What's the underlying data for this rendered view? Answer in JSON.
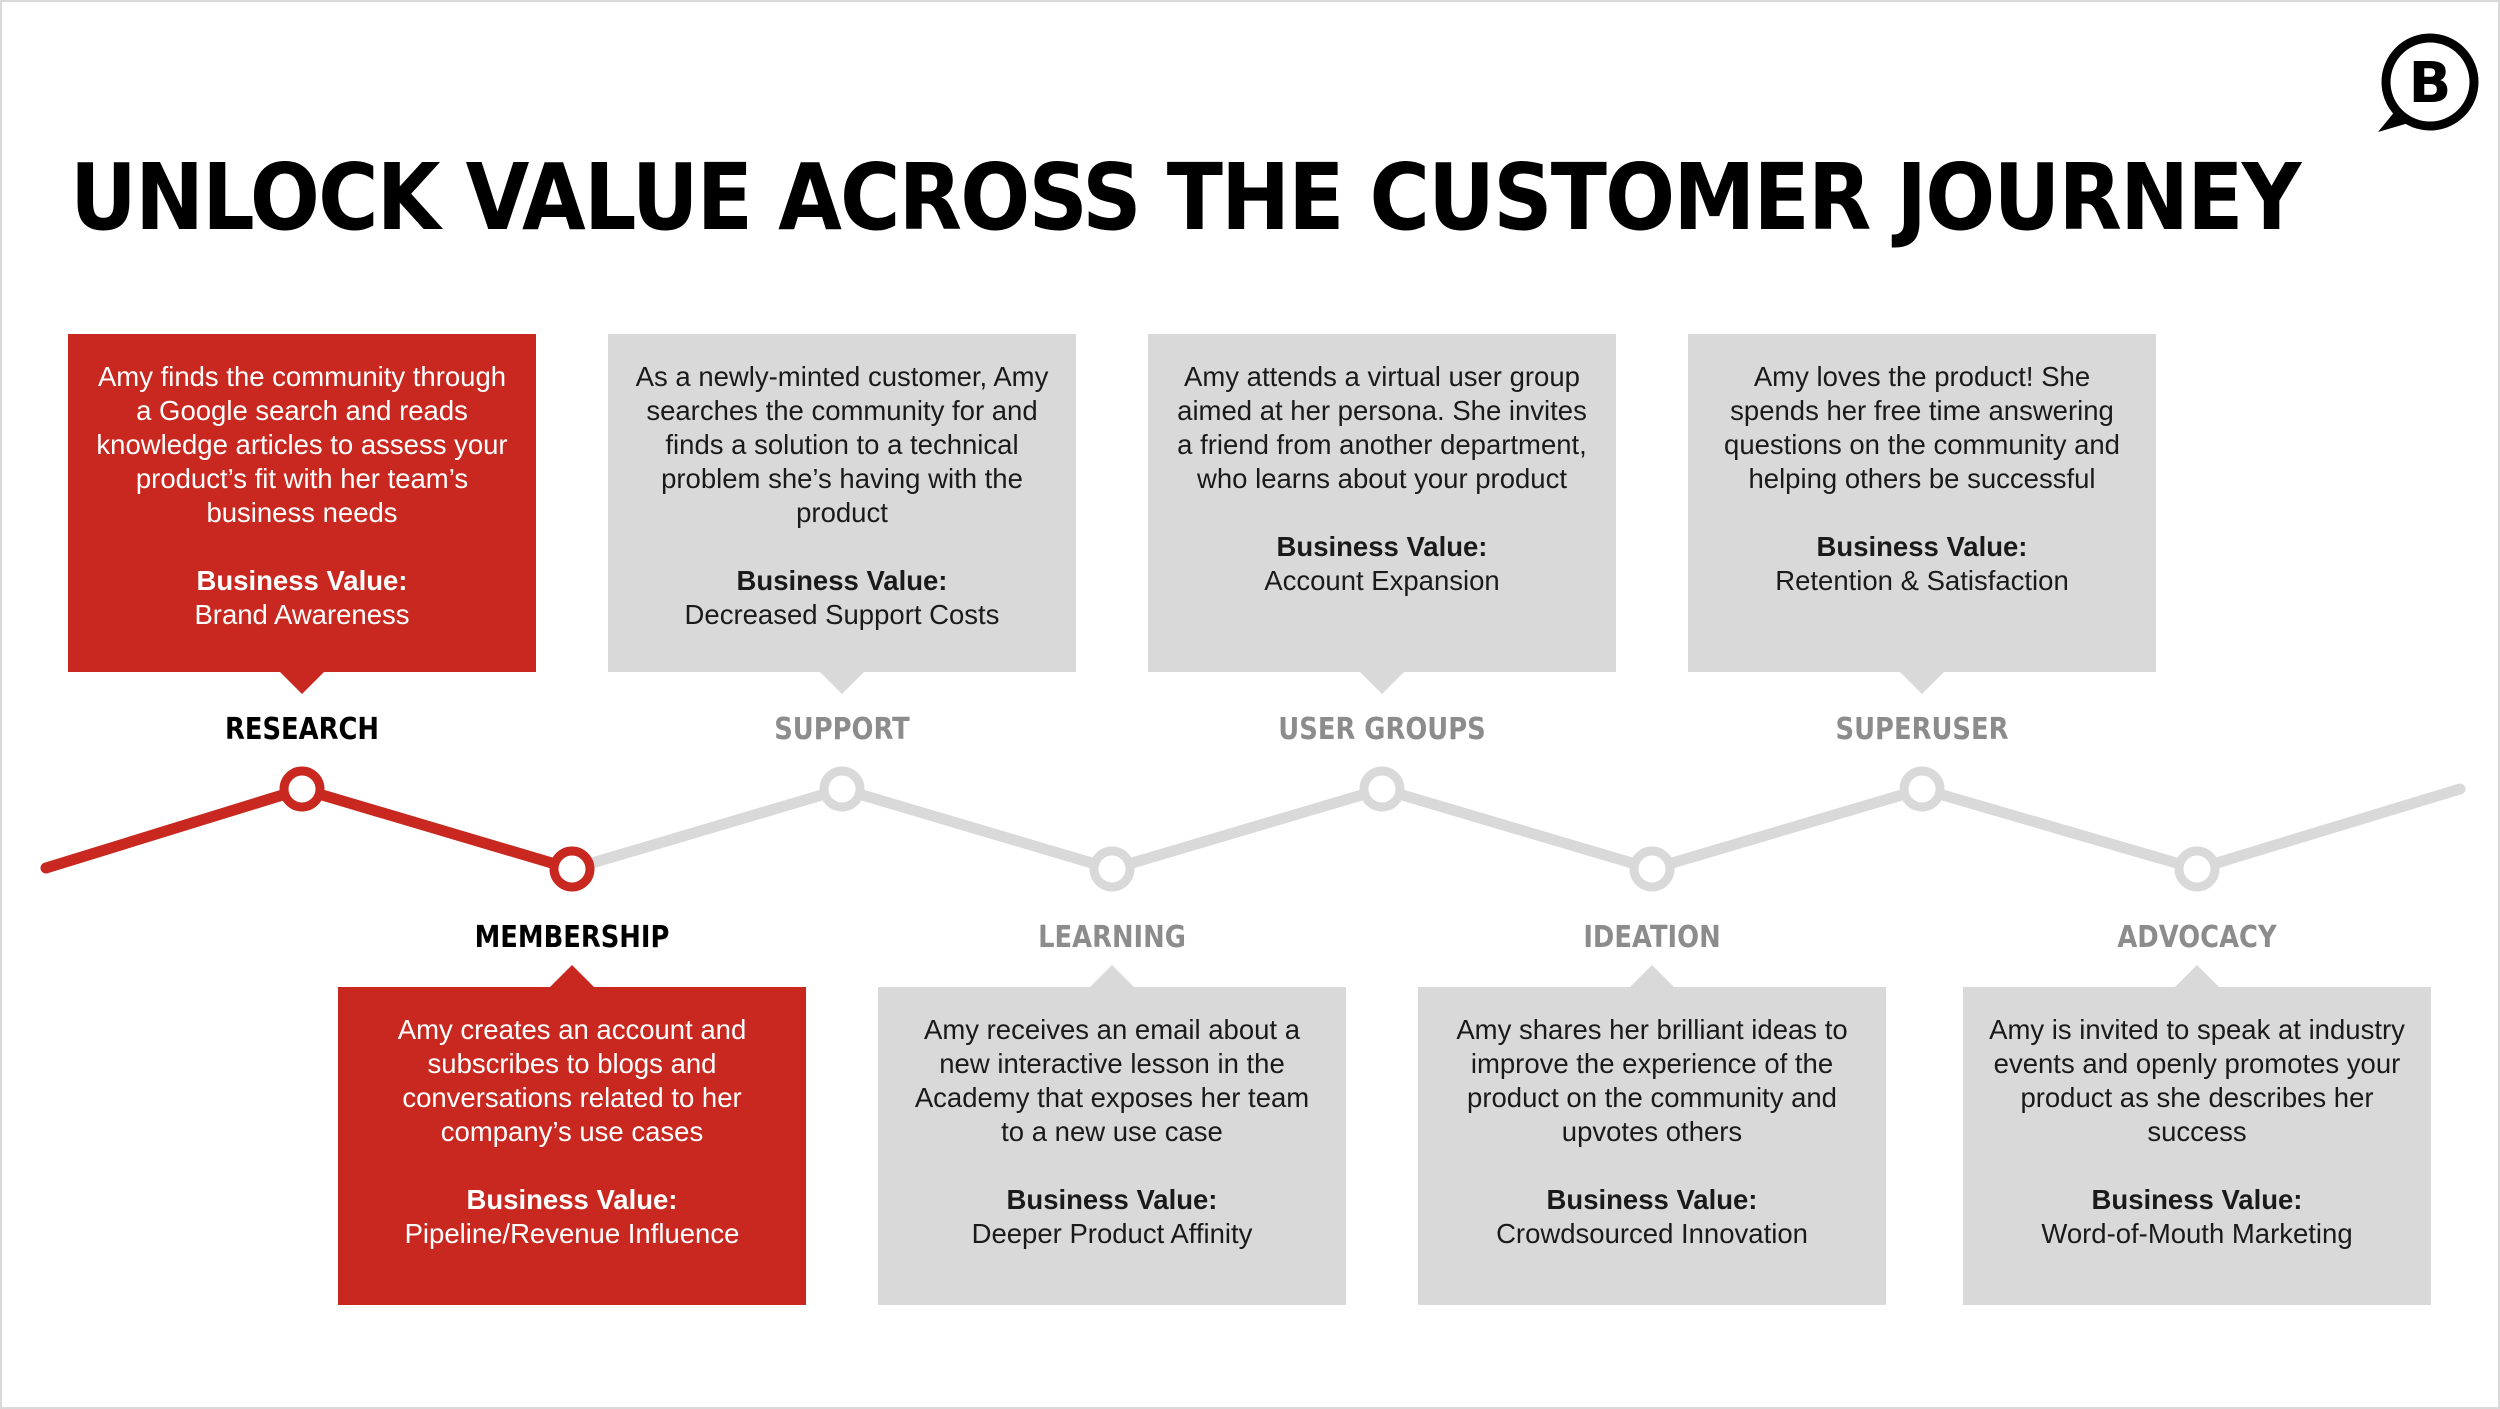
{
  "title": "UNLOCK VALUE ACROSS THE CUSTOMER JOURNEY",
  "logo_letter": "B",
  "colors": {
    "accent": "#c8281f",
    "inactive_card": "#d9d9d9",
    "inactive_line": "#d9d9d9",
    "inactive_label": "#8c8c8c"
  },
  "business_value_label": "Business Value:",
  "stages": [
    {
      "label": "RESEARCH",
      "active": true,
      "position": "top",
      "description": "Amy finds the community through a Google search and reads knowledge articles to assess your product’s fit with her team’s business needs",
      "business_value": "Brand Awareness"
    },
    {
      "label": "MEMBERSHIP",
      "active": true,
      "position": "bottom",
      "description": "Amy creates an account and subscribes to blogs and conversations related to her company’s use cases",
      "business_value": "Pipeline/Revenue Influence"
    },
    {
      "label": "SUPPORT",
      "active": false,
      "position": "top",
      "description": "As a newly-minted customer, Amy searches the community for and finds a solution to a technical problem she’s having with the product",
      "business_value": "Decreased Support Costs"
    },
    {
      "label": "LEARNING",
      "active": false,
      "position": "bottom",
      "description": "Amy receives an email about a new interactive lesson in the Academy that exposes her team to a new use case",
      "business_value": "Deeper Product Affinity"
    },
    {
      "label": "USER GROUPS",
      "active": false,
      "position": "top",
      "description": "Amy attends a virtual user group aimed at her persona. She invites a friend from another department, who learns about your product",
      "business_value": "Account Expansion"
    },
    {
      "label": "IDEATION",
      "active": false,
      "position": "bottom",
      "description": "Amy shares her brilliant ideas to improve the experience of the product on the community and upvotes others",
      "business_value": "Crowdsourced Innovation"
    },
    {
      "label": "SUPERUSER",
      "active": false,
      "position": "top",
      "description": "Amy loves the product! She spends her free time answering questions on the community and helping others be successful",
      "business_value": "Retention & Satisfaction"
    },
    {
      "label": "ADVOCACY",
      "active": false,
      "position": "bottom",
      "description": "Amy is invited to speak at industry events and openly promotes your product as she describes her success",
      "business_value": "Word-of-Mouth Marketing"
    }
  ]
}
